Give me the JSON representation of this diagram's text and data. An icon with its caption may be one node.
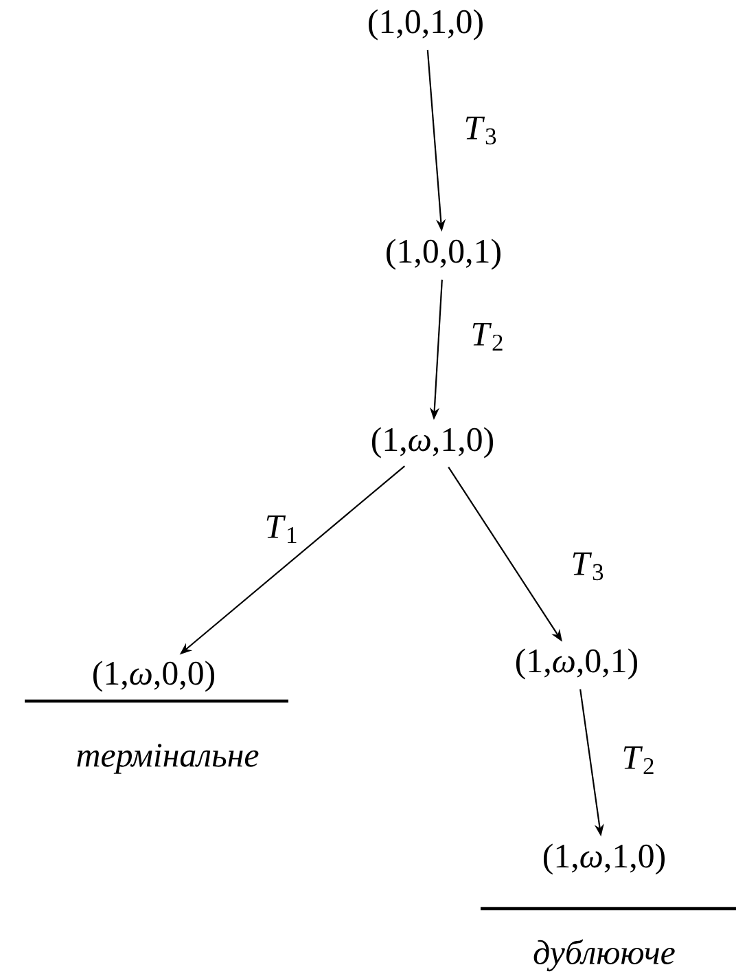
{
  "diagram": {
    "nodes": [
      {
        "text": [
          "(1,0,1,0)"
        ]
      },
      {
        "text": [
          "(1,0,0,1)"
        ]
      },
      {
        "text": [
          "(1,*ω*,1,0)"
        ]
      },
      {
        "text": [
          "(1,*ω*,0,0)"
        ],
        "beside": [
          "*термінальне*"
        ]
      },
      {
        "text": [
          "(1,*ω*,0,1)"
        ]
      },
      {
        "text": [
          "(1,*ω*,1,0)"
        ],
        "beside": [
          "*дублююче*"
        ]
      }
    ],
    "edges": [
      {
        "from": 0,
        "to": 1,
        "arrow": "to",
        "label": "*T*$_{3}$"
      },
      {
        "from": 1,
        "to": 2,
        "arrow": "to",
        "label": "*T*$_{2}$"
      },
      {
        "from": 2,
        "to": 3,
        "arrow": "to",
        "label": "*T*$_{1}$"
      },
      {
        "from": 2,
        "to": 4,
        "arrow": "to",
        "label": "*T*$_{3}$"
      },
      {
        "from": 4,
        "to": 5,
        "arrow": "to",
        "label": "*T*$_{2}$"
      }
    ]
  }
}
